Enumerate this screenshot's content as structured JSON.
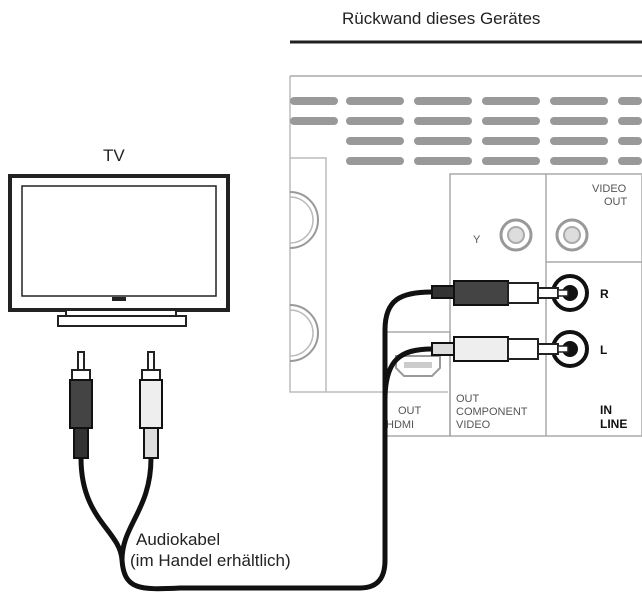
{
  "title": "Rückwand dieses Gerätes",
  "tv_label": "TV",
  "cable_label_line1": "Audiokabel",
  "cable_label_line2": "(im Handel erhältlich)",
  "panel": {
    "video_out_line1": "VIDEO",
    "video_out_line2": "OUT",
    "y_label": "Y",
    "r_label": "R",
    "l_label": "L",
    "hdmi_line1": "OUT",
    "hdmi_line2": "HDMI",
    "component_line1": "OUT",
    "component_line2": "COMPONENT",
    "component_line3": "VIDEO",
    "line_in_line1": "IN",
    "line_in_line2": "LINE"
  }
}
